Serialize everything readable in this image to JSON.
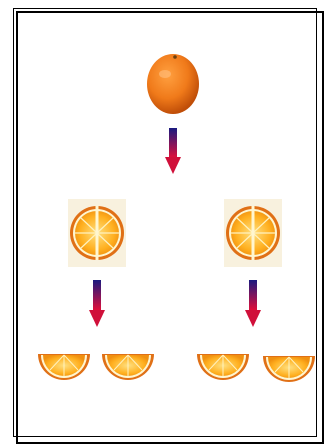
{
  "diagram": {
    "description_items": [
      {
        "id": "whole",
        "kind": "whole-orange"
      },
      {
        "id": "half-left",
        "kind": "halved-orange"
      },
      {
        "id": "half-right",
        "kind": "halved-orange"
      },
      {
        "id": "quarter-1",
        "kind": "orange-wedge"
      },
      {
        "id": "quarter-2",
        "kind": "orange-wedge"
      },
      {
        "id": "quarter-3",
        "kind": "orange-wedge"
      },
      {
        "id": "quarter-4",
        "kind": "orange-wedge"
      }
    ],
    "colors": {
      "peel": "#f07a1a",
      "peel_dark": "#d45a0a",
      "pulp": "#ffb020",
      "pulp_light": "#ffd060",
      "rind_white": "#fff6d0",
      "arrow_top": "#1a1a80",
      "arrow_bottom": "#e0103a",
      "arrow_head": "#d0103a"
    },
    "icons": [
      "down-arrow-icon"
    ]
  }
}
